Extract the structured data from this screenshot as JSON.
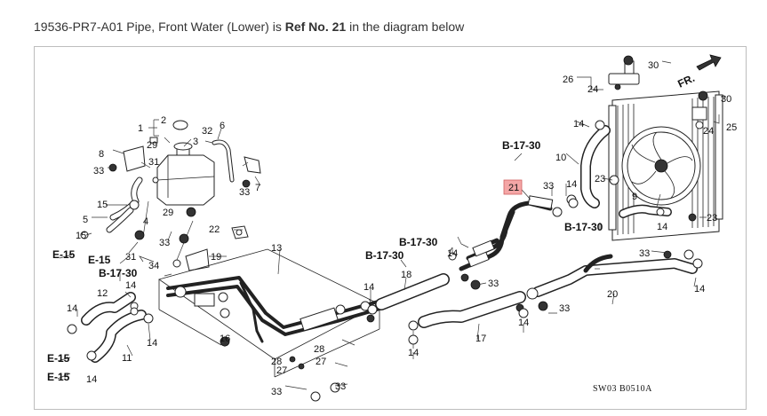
{
  "caption": {
    "part_text": "19536-PR7-A01 Pipe, Front Water (Lower) is",
    "ref_text": "Ref No. 21",
    "tail_text": "in the diagram below"
  },
  "diagram": {
    "highlight_color": "#f4a6a6",
    "highlighted_ref": "21",
    "ref_numbers": {
      "r1": "1",
      "r2": "2",
      "r3": "3",
      "r4": "4",
      "r5": "5",
      "r6": "6",
      "r7": "7",
      "r8": "8",
      "r9": "9",
      "r10": "10",
      "r11": "11",
      "r12": "12",
      "r13": "13",
      "r14": "14",
      "r15": "15",
      "r16": "16",
      "r17": "17",
      "r18": "18",
      "r19": "19",
      "r20": "20",
      "r22": "22",
      "r23": "23",
      "r24": "24",
      "r25": "25",
      "r26": "26",
      "r27": "27",
      "r28": "28",
      "r29": "29",
      "r30": "30",
      "r31": "31",
      "r32": "32",
      "r33": "33",
      "r34": "34"
    },
    "refs": {
      "b1730": "B-17-30",
      "e15": "E-15"
    },
    "direction": "FR.",
    "drawing_code": "SW03 B0510A"
  }
}
